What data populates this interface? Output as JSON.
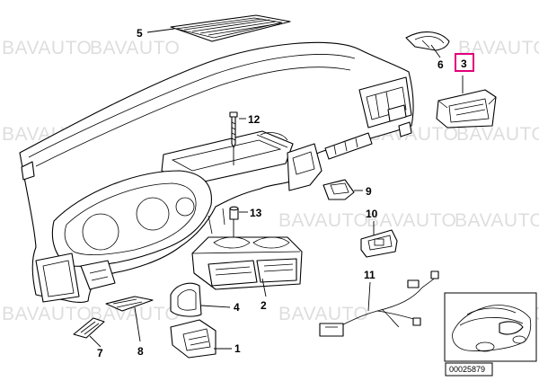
{
  "watermark": "BAVAUTO",
  "callouts": {
    "c1": "1",
    "c2": "2",
    "c3": "3",
    "c4": "4",
    "c5": "5",
    "c6": "6",
    "c7": "7",
    "c8": "8",
    "c9": "9",
    "c10": "10",
    "c11": "11",
    "c12": "12",
    "c13": "13"
  },
  "highlighted_part": "3",
  "highlight_color": "#e0007a",
  "diagram_id": "00025879"
}
